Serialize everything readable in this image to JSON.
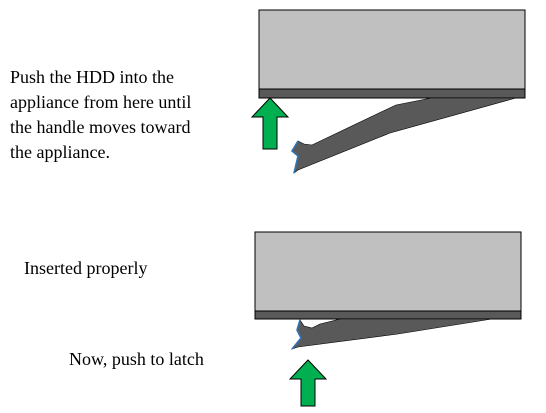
{
  "instruction": {
    "lines": [
      "Push the HDD into the",
      "appliance from here until",
      "the handle moves toward",
      "the appliance."
    ]
  },
  "inserted_label": "Inserted properly",
  "latch_label": "Now, push to latch",
  "colors": {
    "drive_body": "#c0c0c0",
    "drive_base": "#595959",
    "handle": "#595959",
    "handle_edge": "#2e75b6",
    "arrow_fill": "#00b050",
    "outline": "#000000",
    "text": "#000000"
  },
  "icons": {
    "push_arrow": "up-arrow-icon"
  }
}
